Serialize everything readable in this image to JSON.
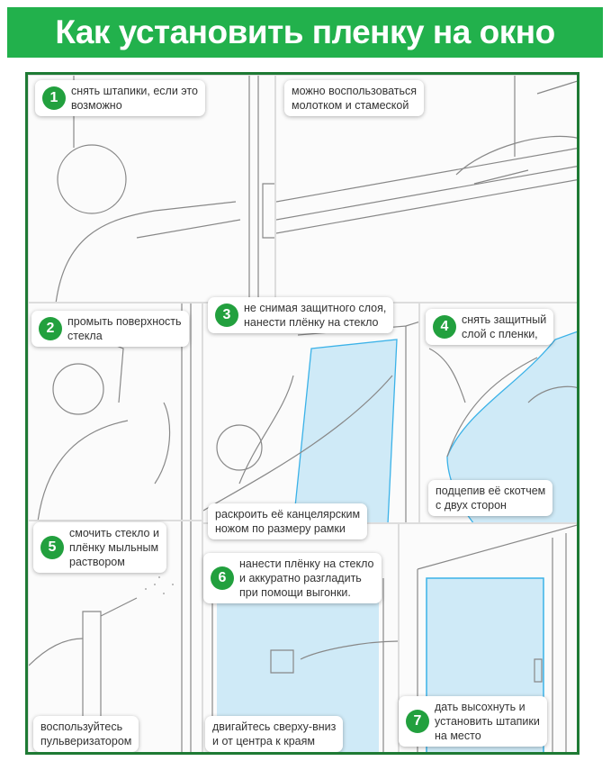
{
  "title": "Как установить пленку на окно",
  "colors": {
    "green": "#22b14c",
    "frame": "#1e7a34",
    "film": "#cfeaf7",
    "film_edge": "#3bb2e8"
  },
  "steps": [
    {
      "num": "1",
      "text": "снять штапики, если это\nвозможно",
      "note": "можно воспользоваться\nмолотком и стамеской"
    },
    {
      "num": "2",
      "text": "промыть поверхность\nстекла"
    },
    {
      "num": "3",
      "text": "не снимая защитного слоя,\nнанести плёнку на стекло",
      "note": "раскроить её канцелярским\nножом по размеру рамки"
    },
    {
      "num": "4",
      "text": "снять защитный\nслой с пленки,",
      "note": "подцепив её скотчем\nс двух сторон"
    },
    {
      "num": "5",
      "text": "смочить стекло и\nплёнку мыльным\nраствором",
      "note": "воспользуйтесь\nпульверизатором"
    },
    {
      "num": "6",
      "text": "нанести плёнку на стекло\nи аккуратно разгладить\nпри помощи выгонки.",
      "note": "двигайтесь сверху-вниз\nи от центра к краям"
    },
    {
      "num": "7",
      "text": "дать высохнуть и\nустановить штапики\nна место"
    }
  ]
}
